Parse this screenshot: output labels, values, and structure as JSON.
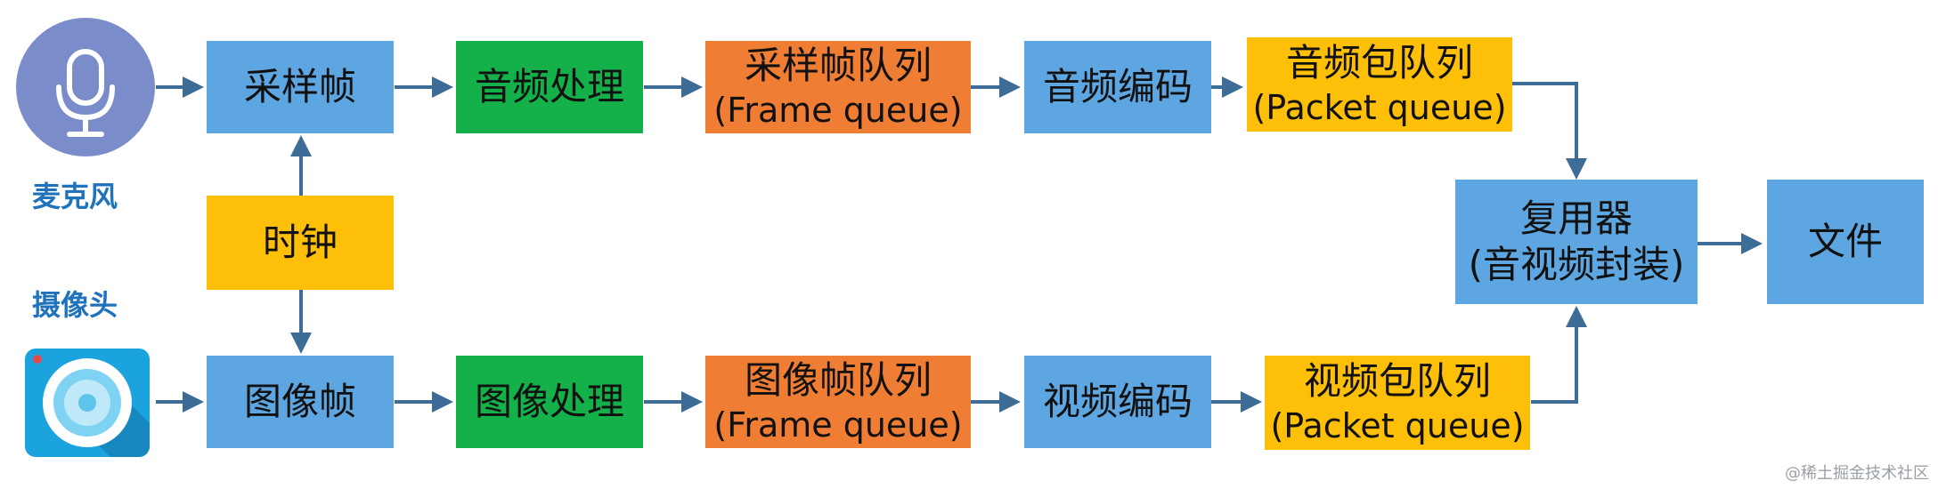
{
  "devices": {
    "microphone": {
      "label": "麦克风",
      "icon": "microphone-icon"
    },
    "camera": {
      "label": "摄像头",
      "icon": "camera-icon"
    }
  },
  "audio_row": {
    "sample_frame": "采样帧",
    "processing": "音频处理",
    "frame_queue_title": "采样帧队列",
    "frame_queue_sub": "(Frame queue)",
    "encoding": "音频编码",
    "packet_queue_title": "音频包队列",
    "packet_queue_sub": "(Packet queue)"
  },
  "clock": "时钟",
  "video_row": {
    "image_frame": "图像帧",
    "processing": "图像处理",
    "frame_queue_title": "图像帧队列",
    "frame_queue_sub": "(Frame queue)",
    "encoding": "视频编码",
    "packet_queue_title": "视频包队列",
    "packet_queue_sub": "(Packet queue)"
  },
  "muxer": {
    "title": "复用器",
    "sub": "(音视频封装)"
  },
  "output": "文件",
  "watermark": "@稀土掘金技术社区",
  "colors": {
    "blue": "#5ea6e1",
    "green": "#14b04a",
    "orange": "#ef7d34",
    "yellow": "#fdbf07",
    "arrow": "#3d6d96",
    "caption": "#1f72bc"
  }
}
